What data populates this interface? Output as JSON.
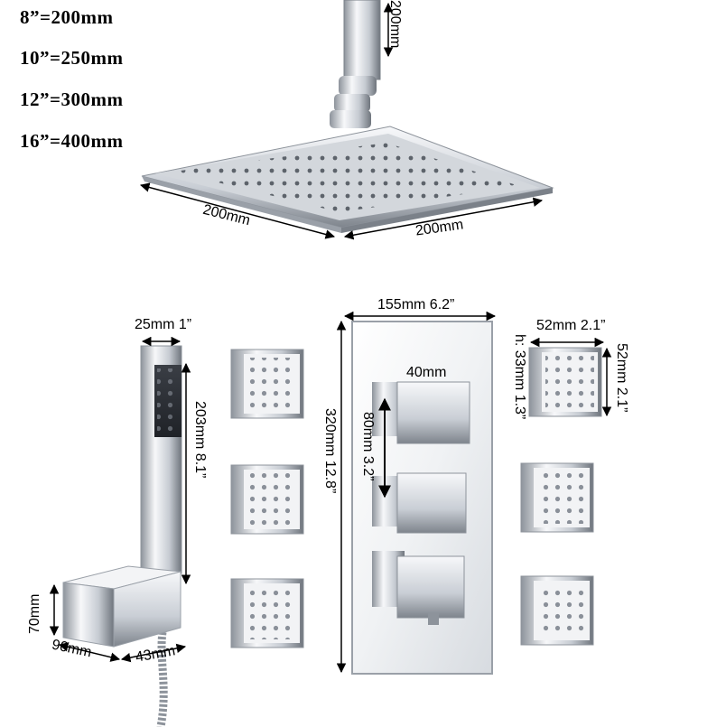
{
  "size_table": [
    "8”=200mm",
    "10”=250mm",
    "12”=300mm",
    "16”=400mm"
  ],
  "overhead": {
    "arm_height": "200mm",
    "width": "200mm",
    "depth": "200mm"
  },
  "handheld": {
    "head_width": "25mm 1”",
    "length": "203mm 8.1”",
    "holder_height": "70mm",
    "holder_depth": "90mm",
    "holder_width": "43mm"
  },
  "valve": {
    "plate_width": "155mm 6.2”",
    "plate_height": "320mm 12.8”",
    "handle_width": "40mm",
    "handle_spacing": "80mm 3.2”"
  },
  "body_jet": {
    "width": "52mm 2.1”",
    "height": "52mm 2.1”",
    "projection": "h: 33mm 1.3”"
  },
  "colors": {
    "chrome_light": "#f4f5f7",
    "chrome_mid": "#b9bec6",
    "chrome_dark": "#4a4f57",
    "arrow": "#000000"
  }
}
